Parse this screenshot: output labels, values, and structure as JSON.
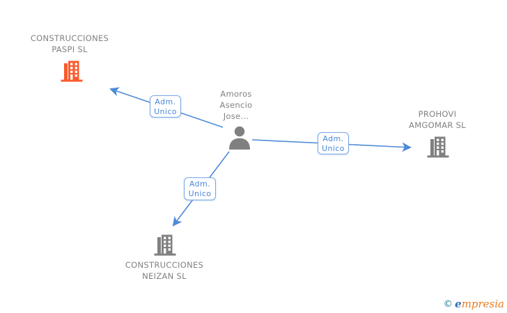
{
  "person": {
    "name_lines": [
      "Amoros",
      "Asencio",
      "Jose..."
    ],
    "icon": "person-icon",
    "icon_color": "#808080"
  },
  "companies": [
    {
      "name_lines": [
        "CONSTRUCCIONES",
        "PASPI SL"
      ],
      "icon": "building-icon",
      "icon_color": "#f95b2d"
    },
    {
      "name_lines": [
        "PROHOVI",
        "AMGOMAR SL"
      ],
      "icon": "building-icon",
      "icon_color": "#808080"
    },
    {
      "name_lines": [
        "CONSTRUCCIONES",
        "NEIZAN SL"
      ],
      "icon": "building-icon",
      "icon_color": "#808080"
    }
  ],
  "relationships": [
    {
      "from": "Amoros Asencio Jose...",
      "to": "CONSTRUCCIONES PASPI SL",
      "label_lines": [
        "Adm.",
        "Unico"
      ]
    },
    {
      "from": "Amoros Asencio Jose...",
      "to": "PROHOVI AMGOMAR SL",
      "label_lines": [
        "Adm.",
        "Unico"
      ]
    },
    {
      "from": "Amoros Asencio Jose...",
      "to": "CONSTRUCCIONES NEIZAN SL",
      "label_lines": [
        "Adm.",
        "Unico"
      ]
    }
  ],
  "footer": {
    "copyright_symbol": "©",
    "brand_initial": "e",
    "brand_rest": "mpresia"
  },
  "colors": {
    "edge_blue": "#4f8ad8",
    "edge_label_text": "#4a86d8",
    "edge_label_border": "#78a7e6",
    "text_gray": "#818181",
    "building_orange": "#f95b2d",
    "building_gray": "#808080",
    "brand_blue": "#2a70b8",
    "brand_orange": "#e87a1e",
    "copyright_teal": "#1d7f96"
  }
}
